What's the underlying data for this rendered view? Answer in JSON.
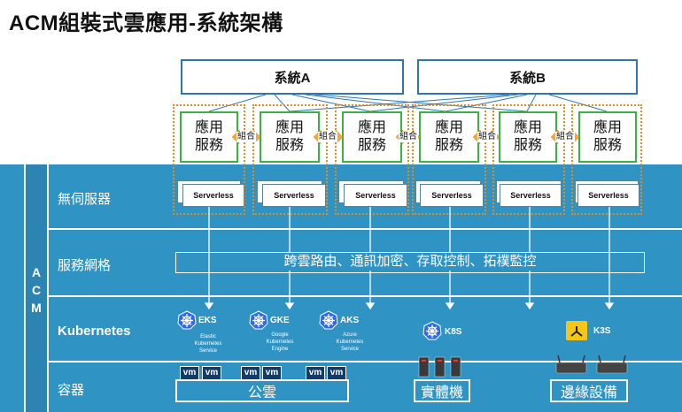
{
  "title": "ACM組裝式雲應用-系統架構",
  "systems": [
    "系統A",
    "系統B"
  ],
  "app_service": {
    "line1": "應用",
    "line2": "服務"
  },
  "combine_label": "組合",
  "acm_letters": [
    "A",
    "C",
    "M"
  ],
  "rows": {
    "serverless": "無伺服器",
    "service_mesh": "服務網格",
    "kubernetes": "Kubernetes",
    "container": "容器"
  },
  "serverless_label": "Serverless",
  "mesh_text": "跨雲路由、通訊加密、存取控制、拓樸監控",
  "k8s_platforms": [
    {
      "name": "EKS",
      "desc": [
        "Elastic",
        "Kubernetes",
        "Service"
      ]
    },
    {
      "name": "GKE",
      "desc": [
        "Google",
        "Kubernetes",
        "Engine"
      ]
    },
    {
      "name": "AKS",
      "desc": [
        "Azure",
        "Kubernetes",
        "Service"
      ]
    },
    {
      "name": "K8S"
    },
    {
      "name": "K3S"
    }
  ],
  "vm_label": "vm",
  "bottom": {
    "public_cloud": "公雲",
    "physical": "實體機",
    "edge": "邊緣設備"
  },
  "colors": {
    "band": "#2f93c3",
    "system_border": "#2e75b6",
    "app_border": "#3cb043",
    "dotted": "#e88a1a",
    "k3s": "#f5c518"
  }
}
